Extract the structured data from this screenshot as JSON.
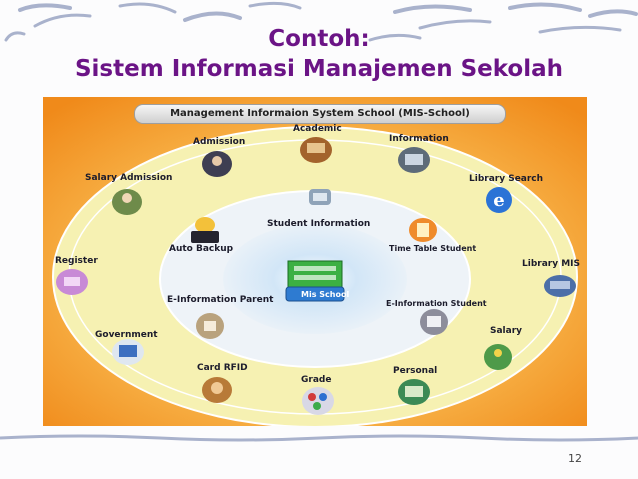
{
  "slide": {
    "title_line1": "Contoh:",
    "title_line2": "Sistem Informasi Manajemen Sekolah",
    "page_number": "12"
  },
  "diagram": {
    "header": "Management Informaion System School (MIS-School)",
    "center_label": "Mis School",
    "outer_modules": [
      "Academic",
      "Information",
      "Library Search",
      "Library MIS",
      "Salary",
      "Personal",
      "Grade",
      "Card RFID",
      "Government",
      "Register",
      "Salary Admission",
      "Admission"
    ],
    "inner_modules": [
      "Student Information",
      "Time Table Student",
      "E-Information Student",
      "E-Information Parent",
      "Auto Backup"
    ],
    "colors": {
      "title": "#6b1486",
      "ring_outer": "#f5f0b0",
      "ring_inner": "#e8eff6",
      "background": "#f7a530"
    }
  }
}
